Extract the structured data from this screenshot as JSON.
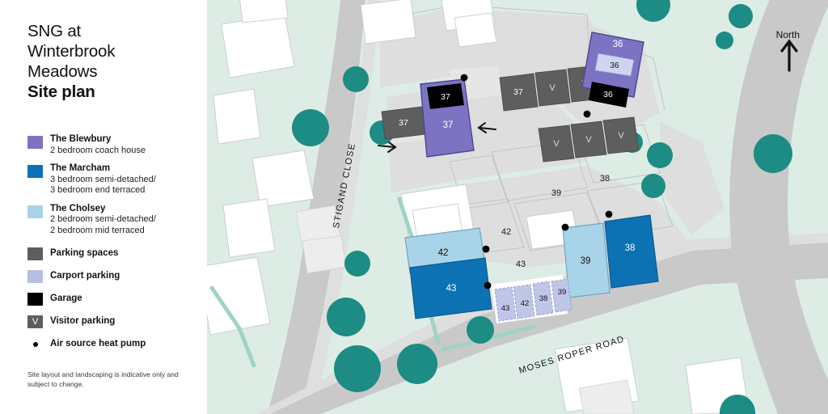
{
  "title": {
    "line1": "SNG at",
    "line2": "Winterbrook",
    "line3": "Meadows",
    "line4": "Site plan"
  },
  "legend": {
    "items": [
      {
        "key": "blewbury",
        "swatch_color": "#7C74C3",
        "name": "The Blewbury",
        "sub": "2 bedroom coach house"
      },
      {
        "key": "marcham",
        "swatch_color": "#0A72B9",
        "name": "The Marcham",
        "sub": "3 bedroom semi-detached/\n3 bedroom end terraced"
      },
      {
        "key": "cholsey",
        "swatch_color": "#A9D3E8",
        "name": "The Cholsey",
        "sub": "2 bedroom semi-detached/\n2 bedroom mid terraced"
      },
      {
        "key": "parking",
        "swatch_color": "#5E5E5E",
        "name": "Parking spaces",
        "sub": ""
      },
      {
        "key": "carport",
        "swatch_color": "#B7BEE4",
        "name": "Carport parking",
        "sub": ""
      },
      {
        "key": "garage",
        "swatch_color": "#000000",
        "name": "Garage",
        "sub": ""
      },
      {
        "key": "visitor",
        "swatch_color": "#5E5E5E",
        "name": "Visitor parking",
        "sub": "",
        "glyph": "V"
      },
      {
        "key": "heatpump",
        "swatch_color": "#000000",
        "name": "Air source heat pump",
        "sub": "",
        "glyph": "dot"
      }
    ]
  },
  "footnote": "Site layout and landscaping is indicative only and subject to change.",
  "compass": {
    "label": "North"
  },
  "map": {
    "colors": {
      "land": "#DDECE5",
      "road": "#C9C9C9",
      "pavement": "#DEDEDE",
      "building": "#FFFFFF",
      "tree": "#1C8C85",
      "hedge": "#9FD4C4",
      "outline": "#B9BEBC"
    },
    "streets": [
      {
        "name": "STIGAND CLOSE"
      },
      {
        "name": "MOSES ROPER ROAD"
      }
    ],
    "plots": [
      {
        "id": "36",
        "type": "blewbury",
        "label": "36",
        "color": "#7C74C3",
        "text_color": "#ffffff"
      },
      {
        "id": "37",
        "type": "blewbury",
        "label": "37",
        "color": "#7C74C3",
        "text_color": "#ffffff"
      },
      {
        "id": "38",
        "type": "marcham",
        "label": "38",
        "color": "#0D72B4",
        "text_color": "#ffffff"
      },
      {
        "id": "39",
        "type": "cholsey",
        "label": "39",
        "color": "#A9D3E8",
        "text_color": "#111111"
      },
      {
        "id": "42",
        "type": "cholsey",
        "label": "42",
        "color": "#A9D3E8",
        "text_color": "#111111"
      },
      {
        "id": "43",
        "type": "marcham",
        "label": "43",
        "color": "#0D72B4",
        "text_color": "#ffffff"
      }
    ],
    "garages": [
      {
        "label": "37"
      },
      {
        "label": "36"
      }
    ],
    "carports": [
      {
        "label": "36"
      },
      {
        "label": "43"
      },
      {
        "label": "42"
      },
      {
        "label": "38"
      },
      {
        "label": "39"
      }
    ],
    "parking_spaces": [
      {
        "label": "37"
      },
      {
        "label": "37"
      }
    ],
    "visitor_spaces": [
      {
        "label": "V"
      },
      {
        "label": "V"
      },
      {
        "label": "V"
      },
      {
        "label": "V"
      },
      {
        "label": "V"
      },
      {
        "label": "V"
      }
    ],
    "garden_labels": [
      {
        "label": "38"
      },
      {
        "label": "39"
      },
      {
        "label": "42"
      },
      {
        "label": "43"
      }
    ],
    "heat_pumps": 5,
    "arrows": [
      {
        "dir": "left"
      },
      {
        "dir": "right"
      }
    ]
  }
}
